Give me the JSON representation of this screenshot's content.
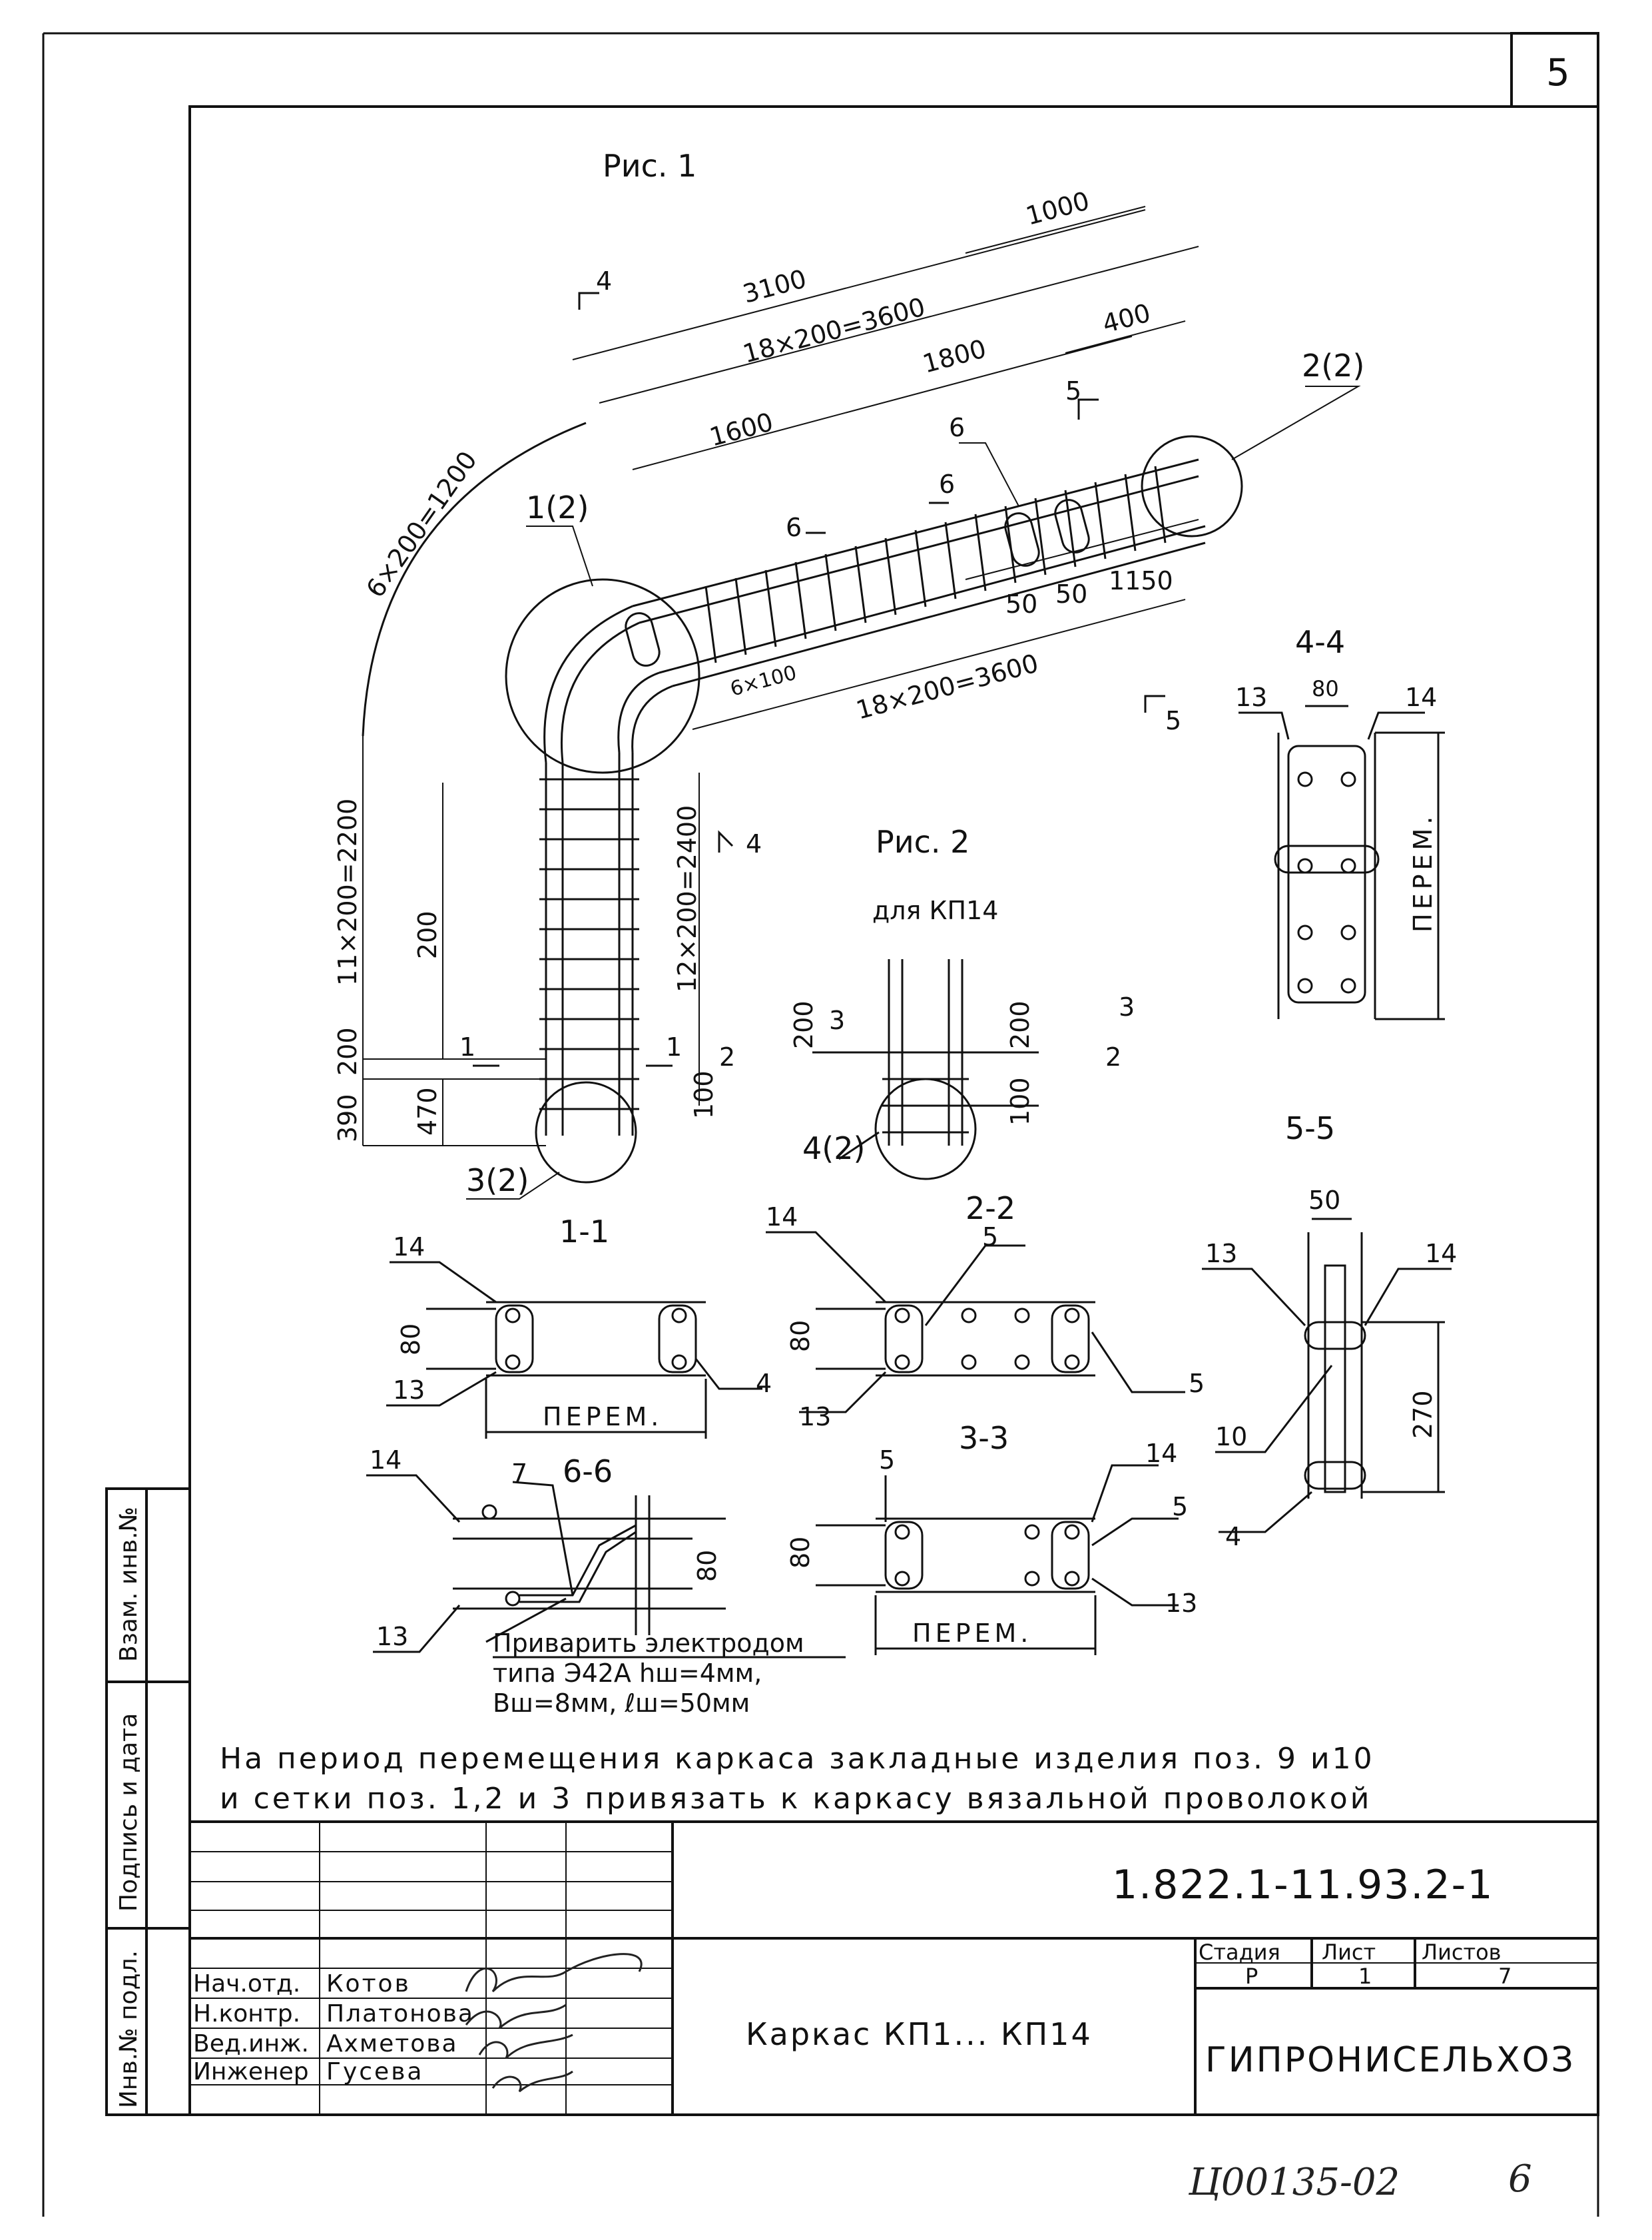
{
  "sheet": {
    "page_number": "5",
    "footer_code": "Ц00135-02",
    "footer_page": "6"
  },
  "side_stamp": {
    "inv_orig": "Инв.№ подл.",
    "sign_date": "Подпись и дата",
    "inv_replace": "Взам. инв.№"
  },
  "figure1": {
    "title": "Рис. 1",
    "dims": {
      "d3100": "3100",
      "d1000": "1000",
      "d18x200a": "18×200=3600",
      "d400": "400",
      "d1800": "1800",
      "d1600": "1600",
      "d6x200": "6×200=1200",
      "d6x100": "6×100",
      "d18x200b": "18×200=3600",
      "d50a": "50",
      "d50b": "50",
      "d1150": "1150",
      "d11x200": "11×200=2200",
      "d12x200": "12×200=2400",
      "d200": "200",
      "d200b": "200",
      "d390": "390",
      "d470": "470",
      "d100": "100"
    },
    "callouts": {
      "c1": "1(2)",
      "c2": "2(2)",
      "c3": "3(2)",
      "c6": "6"
    },
    "cuts": {
      "cut4top": "4",
      "cut4bot": "4",
      "cut5top": "5",
      "cut5bot": "5",
      "cut6l": "6",
      "cut6r": "6",
      "cut1l": "1",
      "cut1r": "1"
    }
  },
  "figure2": {
    "title": "Рис. 2",
    "subtitle": "для КП14",
    "dims": {
      "d200l": "200",
      "d200r": "200",
      "d100": "100"
    },
    "cuts": {
      "c3l": "3",
      "c3r": "3",
      "c2l": "2",
      "c2r": "2"
    },
    "callout": "4(2)"
  },
  "sections": {
    "s44": {
      "title": "4-4",
      "dim": "80",
      "perem": "ПЕРЕМ.",
      "p13": "13",
      "p14": "14"
    },
    "s55": {
      "title": "5-5",
      "dim50": "50",
      "dim270": "270",
      "p13": "13",
      "p14": "14",
      "p10": "10",
      "p4": "4"
    },
    "s11": {
      "title": "1-1",
      "dim": "80",
      "perem": "ПЕРЕМ.",
      "p13": "13",
      "p14": "14",
      "p4": "4"
    },
    "s22": {
      "title": "2-2",
      "dim": "80",
      "p13": "13",
      "p14": "14",
      "p5a": "5",
      "p5b": "5"
    },
    "s33": {
      "title": "3-3",
      "dim": "80",
      "perem": "ПЕРЕМ.",
      "p13": "13",
      "p14": "14",
      "p5a": "5",
      "p5b": "5"
    },
    "s66": {
      "title": "6-6",
      "dim": "80",
      "p13": "13",
      "p14": "14",
      "p7": "7"
    }
  },
  "weld_note": {
    "line1": "Приварить электродом",
    "line2": "типа Э42А hш=4мм,",
    "line3": "Вш=8мм, ℓш=50мм"
  },
  "general_note": {
    "line1": "На период перемещения каркаса закладные изделия поз. 9 и10",
    "line2": "и сетки поз. 1,2 и 3 привязать к каркасу вязальной проволокой"
  },
  "title_block": {
    "doc_code": "1.822.1-11.93.2-1",
    "object_title": "Каркас КП1... КП14",
    "organization": "ГИПРОНИСЕЛЬХОЗ",
    "stage_label": "Стадия",
    "sheet_label": "Лист",
    "sheets_label": "Листов",
    "stage": "Р",
    "sheet": "1",
    "sheets": "7",
    "people": [
      {
        "role": "Нач.отд.",
        "name": "Котов"
      },
      {
        "role": "Н.контр.",
        "name": "Платонова"
      },
      {
        "role": "Вед.инж.",
        "name": "Ахметова"
      },
      {
        "role": "Инженер",
        "name": "Гусева"
      }
    ]
  }
}
